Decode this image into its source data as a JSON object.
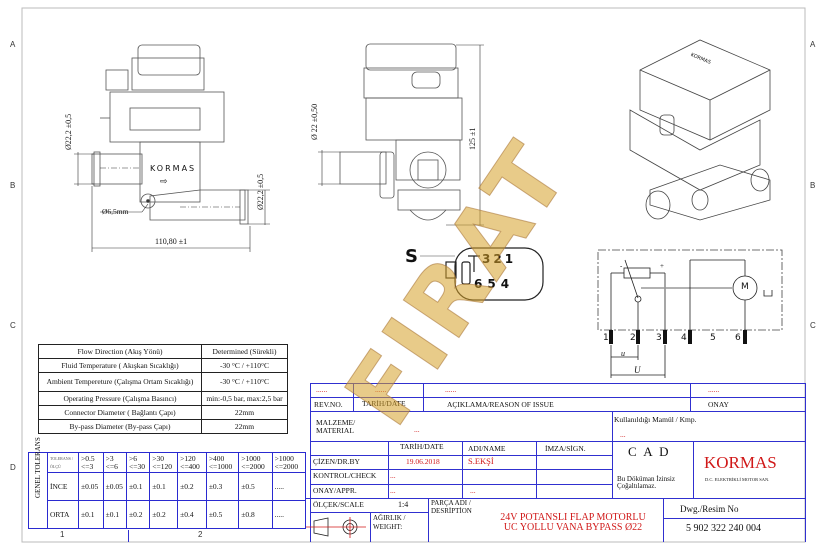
{
  "frame": {
    "row_letters": [
      "A",
      "B",
      "C",
      "D"
    ],
    "col_numbers": [
      "1",
      "2"
    ]
  },
  "views": {
    "front": {
      "brand": "KORMAS",
      "dim_left_dia": "Ø22,2 ±0,5",
      "dim_right_dia": "Ø22,2 ±0,5",
      "dim_hole": "Ø6,5mm",
      "dim_width": "110,80 ±1"
    },
    "side": {
      "dim_dia": "Ø 22 ±0,50",
      "dim_height": "125 ±1"
    },
    "iso": {
      "brand": "KORMAS"
    }
  },
  "connector": {
    "label": "S",
    "pins_top": [
      "3",
      "2",
      "1"
    ],
    "pins_bottom": [
      "6",
      "5",
      "4"
    ]
  },
  "circuit": {
    "pins": [
      "1",
      "2",
      "3",
      "4",
      "5",
      "6"
    ],
    "motor": "M",
    "small_u": "u",
    "big_u": "U",
    "minus": "-",
    "plus": "+"
  },
  "specs": [
    {
      "param": "Flow Direction (Akış Yönü)",
      "value": "Determined (Sürekli)"
    },
    {
      "param": "Fluid Temperature ( Akışkan Sıcaklığı)",
      "value": "-30 °C / +110°C"
    },
    {
      "param": "Ambient Tempereture (Çalışma Ortam Sıcaklığı)",
      "value": "-30 °C / +110°C"
    },
    {
      "param": "Operating Pressure (Çalışma Basıncı)",
      "value": "min:-0,5 bar, max:2,5 bar"
    },
    {
      "param": "Connector Diameter ( Bağlantı Çapı)",
      "value": "22mm"
    },
    {
      "param": "By-pass Diameter (By-pass Çapı)",
      "value": "22mm"
    }
  ],
  "tolerance": {
    "side_label": "GENEL TOLERANS",
    "corner_label": "TOLERANS / ÖLÇÜ",
    "ranges": [
      ">0.5 <=3",
      ">3 <=6",
      ">6 <=30",
      ">30 <=120",
      ">120 <=400",
      ">400 <=1000",
      ">1000 <=2000",
      ">1000 <=2000"
    ],
    "rows": [
      {
        "name": "İNCE",
        "values": [
          "±0.05",
          "±0.05",
          "±0.1",
          "±0.1",
          "±0.2",
          "±0.3",
          "±0.5",
          "....."
        ]
      },
      {
        "name": "ORTA",
        "values": [
          "±0.1",
          "±0.1",
          "±0.2",
          "±0.2",
          "±0.4",
          "±0.5",
          "±0.8",
          "....."
        ]
      }
    ]
  },
  "title_block": {
    "rev_dots": [
      "......",
      "......",
      "......",
      "......"
    ],
    "rev_no": "REV.NO.",
    "rev_date": "TARİH/DATE",
    "reason": "AÇIKLAMA/REASON OF ISSUE",
    "onay": "ONAY",
    "material_label": "MALZEME/ MATERIAL",
    "material_value": "...",
    "used_in_label": "Kullanıldığı Mamül / Kmp.",
    "used_in_value": "...",
    "sig_headers": [
      "TARİH/DATE",
      "ADI/NAME",
      "İMZA/SİGN."
    ],
    "drawn_by": {
      "label": "ÇİZEN/DR.BY",
      "date": "19.06.2018",
      "name": "S.EKŞİ"
    },
    "checked": {
      "label": "KONTROL/CHECK",
      "date": "..."
    },
    "approved": {
      "label": "ONAY/APPR.",
      "date": "...",
      "name": "..."
    },
    "cad": "C A D",
    "cad_note": "Bu Döküman İzinsiz Çoğaltılamaz.",
    "company": "KORMAS",
    "company_sub": "D.C. ELEKTRİKLİ MOTOR SAN.",
    "scale_label": "ÖLÇEK/SCALE",
    "scale_value": "1:4",
    "weight_label": "AĞIRLIK / WEIGHT:",
    "part_label": "PARÇA ADI / DESRİPTİON",
    "part_line1": "24V POTANSLI FLAP MOTORLU",
    "part_line2": "UC YOLLU VANA BYPASS Ø22",
    "dwg_label": "Dwg./Resim No",
    "dwg_value": "5 902 322 240 004"
  },
  "watermark": "FIRAT",
  "colors": {
    "line": "#3030d0",
    "red": "#d01818",
    "watermark": "#d6a028"
  }
}
